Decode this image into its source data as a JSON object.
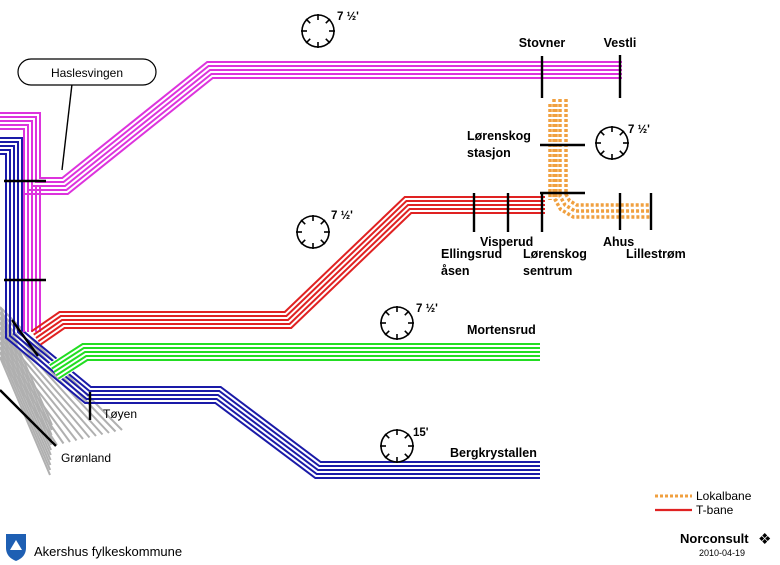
{
  "colors": {
    "magenta": "#dd33dd",
    "red": "#e02222",
    "green": "#22dd22",
    "blue": "#1a1aa8",
    "grey": "#b0b0b0",
    "orange": "#f0a040",
    "black": "#000000"
  },
  "lines": [
    {
      "key": "magenta",
      "color": "magenta",
      "tracks": 5
    },
    {
      "key": "red",
      "color": "red",
      "tracks": 5
    },
    {
      "key": "green",
      "color": "green",
      "tracks": 5
    },
    {
      "key": "blue",
      "color": "blue",
      "tracks": 5
    },
    {
      "key": "lokalbane",
      "color": "orange",
      "tracks": 3
    }
  ],
  "callout": {
    "text": "Haslesvingen"
  },
  "stations": {
    "stovner": "Stovner",
    "vestli": "Vestli",
    "lorenskog_stasjon_1": "Lørenskog",
    "lorenskog_stasjon_2": "stasjon",
    "ellingsrud_1": "Ellingsrud",
    "ellingsrud_2": "åsen",
    "visperud": "Visperud",
    "lorenskog_sentrum_1": "Lørenskog",
    "lorenskog_sentrum_2": "sentrum",
    "ahus": "Ahus",
    "lillestrom": "Lillestrøm",
    "mortensrud": "Mortensrud",
    "bergkrystallen": "Bergkrystallen",
    "toyen": "Tøyen",
    "gronland": "Grønland"
  },
  "frequencies": [
    {
      "id": "top",
      "label": "7 ½'"
    },
    {
      "id": "lorenskog",
      "label": "7 ½'"
    },
    {
      "id": "red",
      "label": "7 ½'"
    },
    {
      "id": "mortensrud",
      "label": "7 ½'"
    },
    {
      "id": "bergkrystallen",
      "label": "15'"
    }
  ],
  "legend": {
    "items": [
      {
        "label": "Lokalbane",
        "color": "orange",
        "style": "dashed"
      },
      {
        "label": "T-bane",
        "color": "red",
        "style": "solid"
      }
    ]
  },
  "footer": {
    "org": "Akershus fylkeskommune",
    "company": "Norconsult",
    "company_mark": "❖",
    "date": "2010-04-19"
  }
}
